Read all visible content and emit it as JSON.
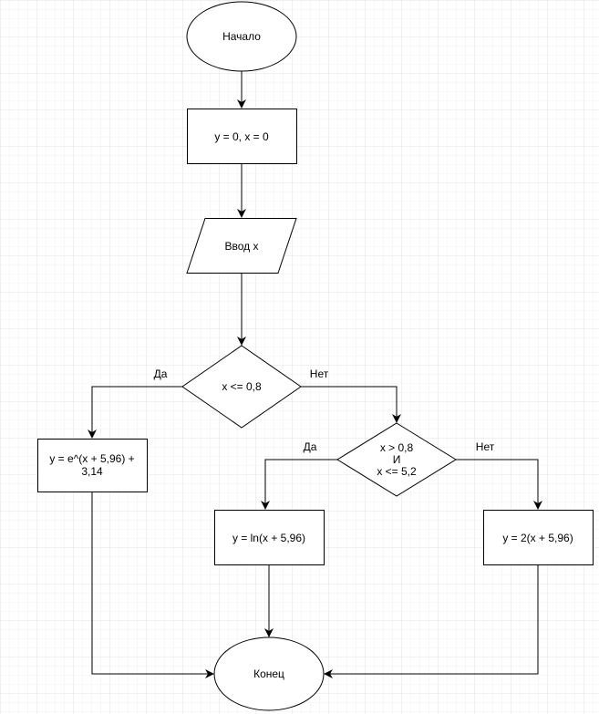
{
  "flowchart": {
    "start": "Начало",
    "init": "y = 0, x = 0",
    "input": "Ввод x",
    "cond1": "x <= 0,8",
    "cond1_yes": "Да",
    "cond1_no": "Нет",
    "proc_left_line1": "y = e^(x + 5,96) +",
    "proc_left_line2": "3,14",
    "cond2_line1": "x > 0,8",
    "cond2_line2": "И",
    "cond2_line3": "x <= 5,2",
    "cond2_yes": "Да",
    "cond2_no": "Нет",
    "proc_mid": "y = ln(x + 5,96)",
    "proc_right": "y = 2(x + 5,96)",
    "end": "Конец"
  }
}
